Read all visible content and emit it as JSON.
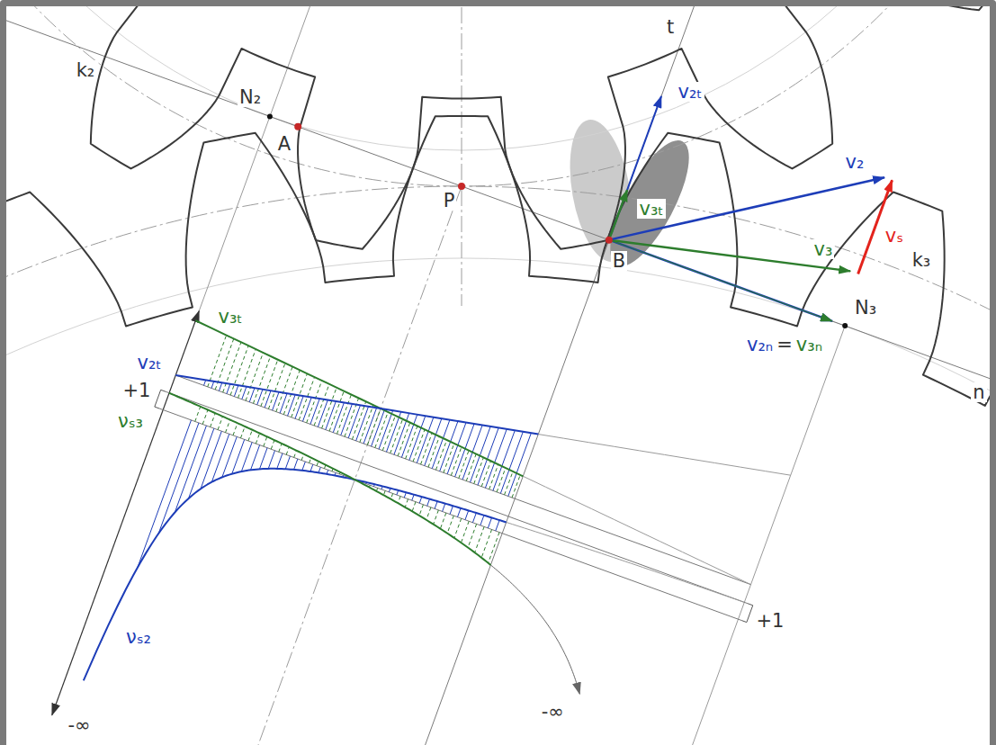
{
  "diagram": {
    "labels": [
      "k₂",
      "t",
      "N₂",
      "A",
      "P",
      "v₂ₜ",
      "v₂",
      "v₃ₜ",
      "vₛ",
      "v₃",
      "B",
      "k₃",
      "N₃",
      "v₂ₙ",
      "=",
      "v₃ₙ",
      "n",
      "v₃ₜ",
      "v₂ₜ",
      "+1",
      "νₛ₃",
      "νₛ₂",
      "-∞",
      "-∞",
      "+1"
    ]
  }
}
